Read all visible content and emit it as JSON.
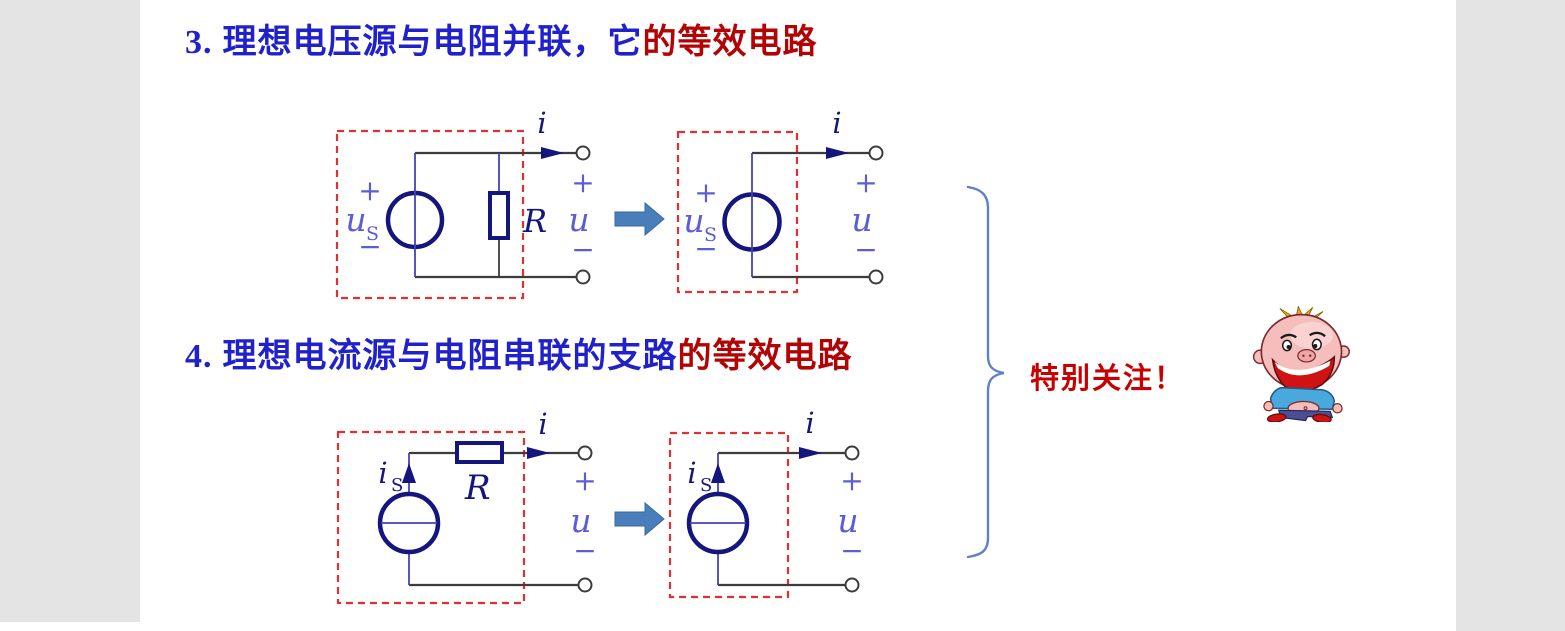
{
  "slide": {
    "bg_color": "#ffffff",
    "margin_color": "#e4e4e4"
  },
  "palette": {
    "title_blue": "#2121cc",
    "title_red": "#b20404",
    "attention_red": "#c80000",
    "component_navy": "#15157e",
    "label_violet": "#5c5cd6",
    "wire_gray": "#3c3c3c",
    "wire_blue": "#4343b8",
    "dashed_box_red": "#e03030",
    "equiv_arrow_blue": "#4a7ebb",
    "brace_blue": "#6080c8"
  },
  "sections": [
    {
      "number": "3.",
      "title_blue": "理想电压源与电阻并联，它",
      "title_red": "的等效电路"
    },
    {
      "number": "4.",
      "title_blue": "理想电流源与电阻串联的支路",
      "title_red": "的等效电路"
    }
  ],
  "labels": {
    "current": "i",
    "voltage": "u",
    "source_subscript": "S",
    "resistance": "R",
    "plus": "+",
    "minus": "−"
  },
  "annotation": {
    "text": "特别关注！"
  },
  "icons": {
    "equivalence_arrow": "right-block-arrow",
    "mascot": "laughing-boy-cartoon",
    "terminal": "open-circle-terminal",
    "brace": "right-curly-brace"
  }
}
